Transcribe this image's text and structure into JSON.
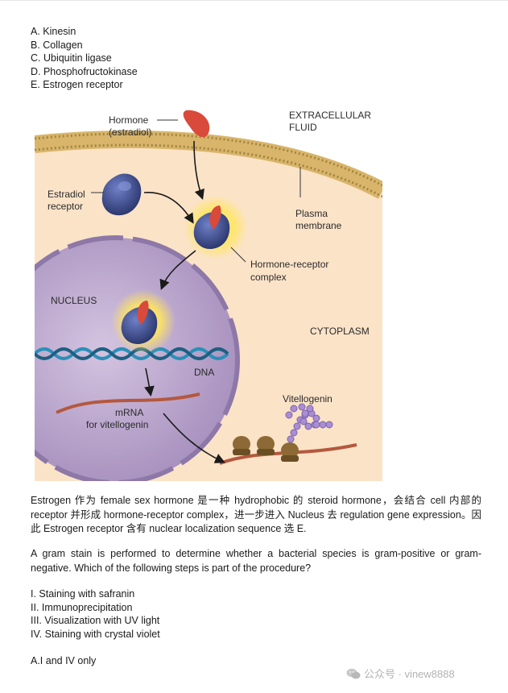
{
  "options": [
    "A. Kinesin",
    "B. Collagen",
    "C. Ubiquitin ligase",
    "D. Phosphofructokinase",
    "E. Estrogen receptor"
  ],
  "figure": {
    "hormone_line1": "Hormone",
    "hormone_line2": "(estradiol)",
    "extracellular_line1": "EXTRACELLULAR",
    "extracellular_line2": "FLUID",
    "receptor_line1": "Estradiol",
    "receptor_line2": "receptor",
    "membrane_line1": "Plasma",
    "membrane_line2": "membrane",
    "complex_line1": "Hormone-receptor",
    "complex_line2": "complex",
    "nucleus": "NUCLEUS",
    "cytoplasm": "CYTOPLASM",
    "dna": "DNA",
    "vitellogenin": "Vitellogenin",
    "mrna_line1": "mRNA",
    "mrna_line2": "for vitellogenin",
    "colors": {
      "extracellular": "#ffffff",
      "cytoplasm": "#fbe3c8",
      "membrane": "#d8b56a",
      "nucleus": "#bfa8cf",
      "receptor": "#3b4a8f",
      "hormone": "#d94a3a",
      "mrna": "#b5583e",
      "dna": "#2a8fb8",
      "vitellogenin": "#a98fd1",
      "ribosome": "#8d6a35"
    }
  },
  "explanation": "Estrogen 作为 female sex hormone 是一种 hydrophobic 的 steroid hormone，会结合 cell 内部的 receptor 并形成 hormone-receptor complex，进一步进入 Nucleus 去 regulation gene expression。因此 Estrogen receptor 含有 nuclear localization sequence 选 E.",
  "question": "A gram stain is performed to determine whether a bacterial species is gram-positive or gram-negative. Which of the following steps is part of the procedure?",
  "roman_options": [
    "I. Staining with safranin",
    "II. Immunoprecipitation",
    "III. Visualization with UV light",
    "IV. Staining with crystal violet"
  ],
  "answer": "A.I and IV only",
  "watermark": "公众号 · vinew8888",
  "watermark_icon": "wechat-icon"
}
